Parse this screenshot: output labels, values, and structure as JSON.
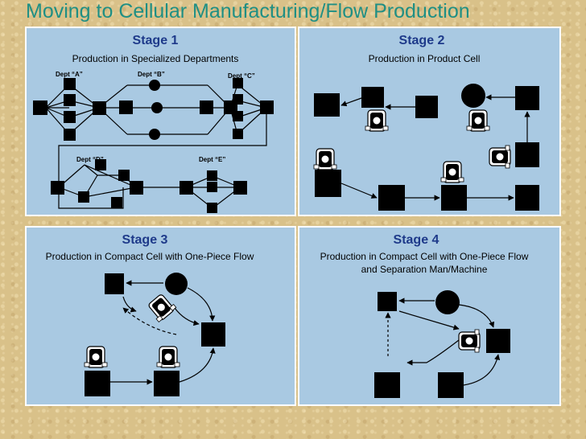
{
  "title": "Moving to Cellular Manufacturing/Flow Production",
  "stages": [
    {
      "heading": "Stage 1",
      "subtitle": "Production in Specialized Departments",
      "depts": [
        "Dept “A”",
        "Dept “B”",
        "Dept “C”",
        "Dept “D”",
        "Dept “E”"
      ]
    },
    {
      "heading": "Stage 2",
      "subtitle": "Production in Product Cell"
    },
    {
      "heading": "Stage 3",
      "subtitle": "Production in Compact Cell with One-Piece Flow"
    },
    {
      "heading": "Stage 4",
      "subtitle_line1": "Production in Compact Cell with One-Piece Flow",
      "subtitle_line2": "and Separation Man/Machine"
    }
  ],
  "colors": {
    "title": "#1f8f84",
    "heading": "#1e3a8a",
    "panel": "#a9c9e2"
  },
  "icons": [
    "machine-square-icon",
    "machine-circle-icon",
    "operator-icon",
    "flow-arrow-icon"
  ]
}
